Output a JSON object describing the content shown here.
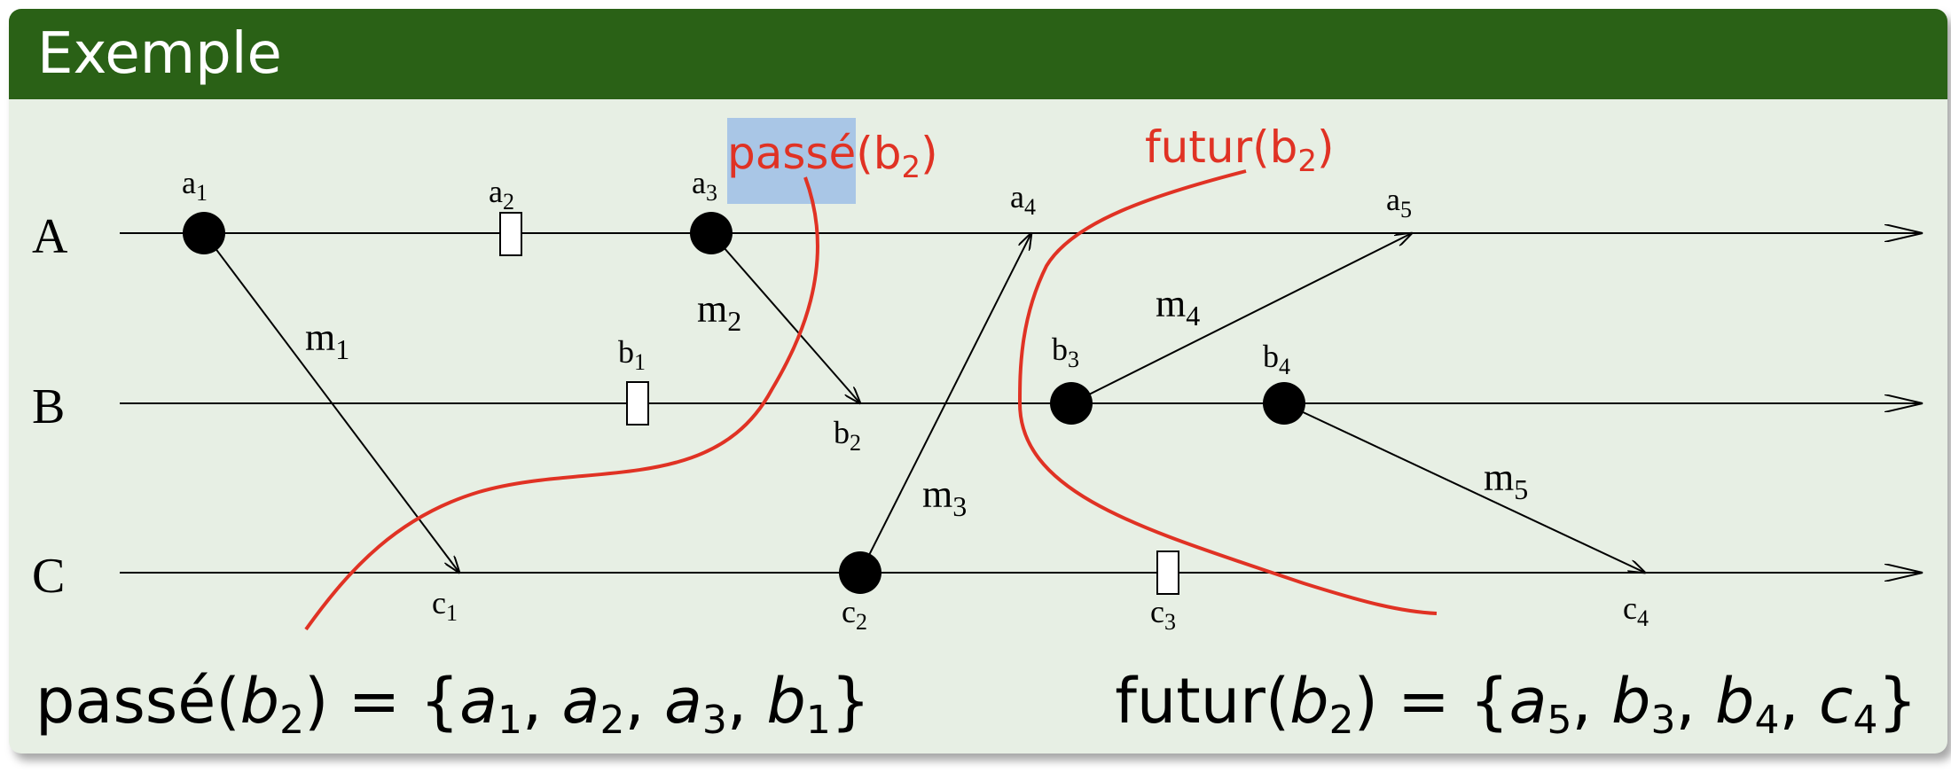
{
  "block": {
    "title": "Exemple"
  },
  "processes": [
    "A",
    "B",
    "C"
  ],
  "events": {
    "a1": {
      "base": "a",
      "sub": "1"
    },
    "a2": {
      "base": "a",
      "sub": "2"
    },
    "a3": {
      "base": "a",
      "sub": "3"
    },
    "a4": {
      "base": "a",
      "sub": "4"
    },
    "a5": {
      "base": "a",
      "sub": "5"
    },
    "b1": {
      "base": "b",
      "sub": "1"
    },
    "b2": {
      "base": "b",
      "sub": "2"
    },
    "b3": {
      "base": "b",
      "sub": "3"
    },
    "b4": {
      "base": "b",
      "sub": "4"
    },
    "c1": {
      "base": "c",
      "sub": "1"
    },
    "c2": {
      "base": "c",
      "sub": "2"
    },
    "c3": {
      "base": "c",
      "sub": "3"
    },
    "c4": {
      "base": "c",
      "sub": "4"
    }
  },
  "messages": {
    "m1": {
      "base": "m",
      "sub": "1",
      "from": "a1",
      "to": "c1"
    },
    "m2": {
      "base": "m",
      "sub": "2",
      "from": "a3",
      "to": "b2"
    },
    "m3": {
      "base": "m",
      "sub": "3",
      "from": "c2",
      "to": "a4"
    },
    "m4": {
      "base": "m",
      "sub": "4",
      "from": "b3",
      "to": "a5"
    },
    "m5": {
      "base": "m",
      "sub": "5",
      "from": "b4",
      "to": "c4"
    }
  },
  "cuts": {
    "past": {
      "name": "passé",
      "open": "(b",
      "sub": "2",
      "close": ")"
    },
    "future": {
      "name": "futur",
      "open": "(b",
      "sub": "2",
      "close": ")"
    }
  },
  "formulas": {
    "past": {
      "name": "passé",
      "lhs_open": "(",
      "lhs_var": "b",
      "lhs_sub": "2",
      "lhs_close": ")",
      "eq": " = {",
      "elems": [
        {
          "v": "a",
          "s": "1",
          "sep": ", "
        },
        {
          "v": "a",
          "s": "2",
          "sep": ", "
        },
        {
          "v": "a",
          "s": "3",
          "sep": ", "
        },
        {
          "v": "b",
          "s": "1",
          "sep": ""
        }
      ],
      "end": "}"
    },
    "future": {
      "name": "futur",
      "lhs_open": "(",
      "lhs_var": "b",
      "lhs_sub": "2",
      "lhs_close": ")",
      "eq": " = {",
      "elems": [
        {
          "v": "a",
          "s": "5",
          "sep": ", "
        },
        {
          "v": "b",
          "s": "3",
          "sep": ", "
        },
        {
          "v": "b",
          "s": "4",
          "sep": ", "
        },
        {
          "v": "c",
          "s": "4",
          "sep": ""
        }
      ],
      "end": "}"
    }
  },
  "colors": {
    "header": "#2a6116",
    "body": "#e7efe4",
    "cut": "#e03224",
    "highlight": "#a9c6e6"
  }
}
